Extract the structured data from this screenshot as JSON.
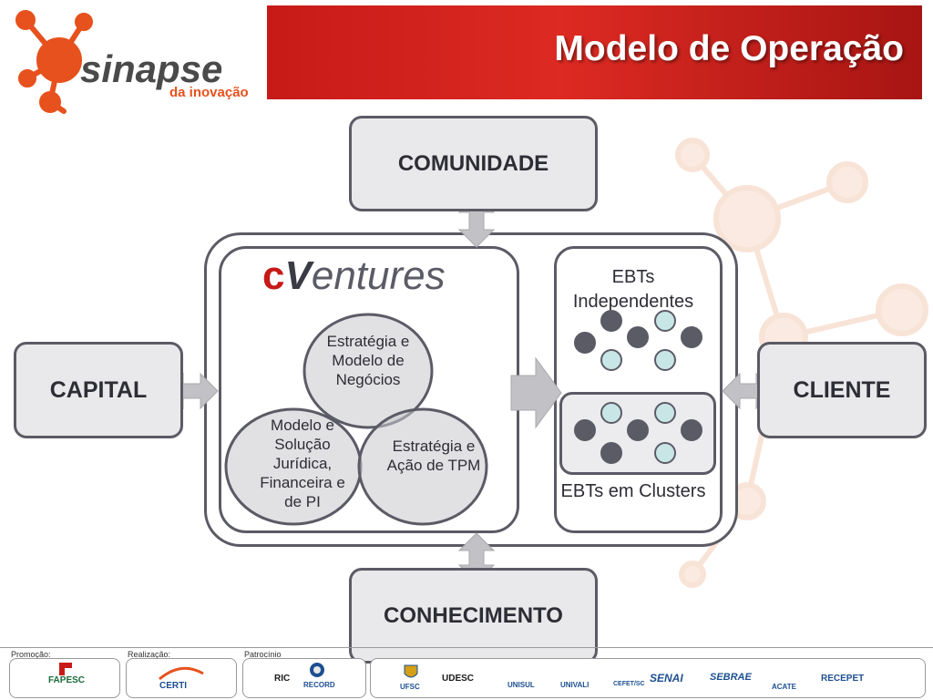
{
  "header": {
    "title": "Modelo de Operação"
  },
  "logo": {
    "text": "sinapse",
    "subtext": "da inovação"
  },
  "diagram": {
    "top_box": "COMUNIDADE",
    "bottom_box": "CONHECIMENTO",
    "left_box": "CAPITAL",
    "right_box": "CLIENTE",
    "cventures": {
      "c": "c",
      "v": "V",
      "rest": "entures"
    },
    "venn": {
      "top": "Estratégia e Modelo de Negócios",
      "left": "Modelo e Solução Jurídica, Financeira e de PI",
      "right": "Estratégia e Ação de TPM"
    },
    "ebt_independentes": "EBTs Independentes",
    "ebt_clusters": "EBTs em Clusters"
  },
  "footer": {
    "promocao_label": "Promoção:",
    "realizacao_label": "Realização:",
    "patrocinio_label": "Patrocínio",
    "promocao": "FAPESC",
    "realizacao": "CERTI",
    "patrocinio": [
      "RIC",
      "RECORD"
    ],
    "partners": [
      "UFSC",
      "UDESC",
      "UNISUL",
      "UNIVALI",
      "CEFET/SC",
      "SENAI",
      "SEBRAE",
      "ACATE",
      "RECEPET"
    ]
  },
  "colors": {
    "accent": "#c71a18",
    "box_fill": "#e9e9eb",
    "border": "#5b5b66",
    "dark_dot": "#5b5b66",
    "light_dot": "#c9e6e6"
  }
}
